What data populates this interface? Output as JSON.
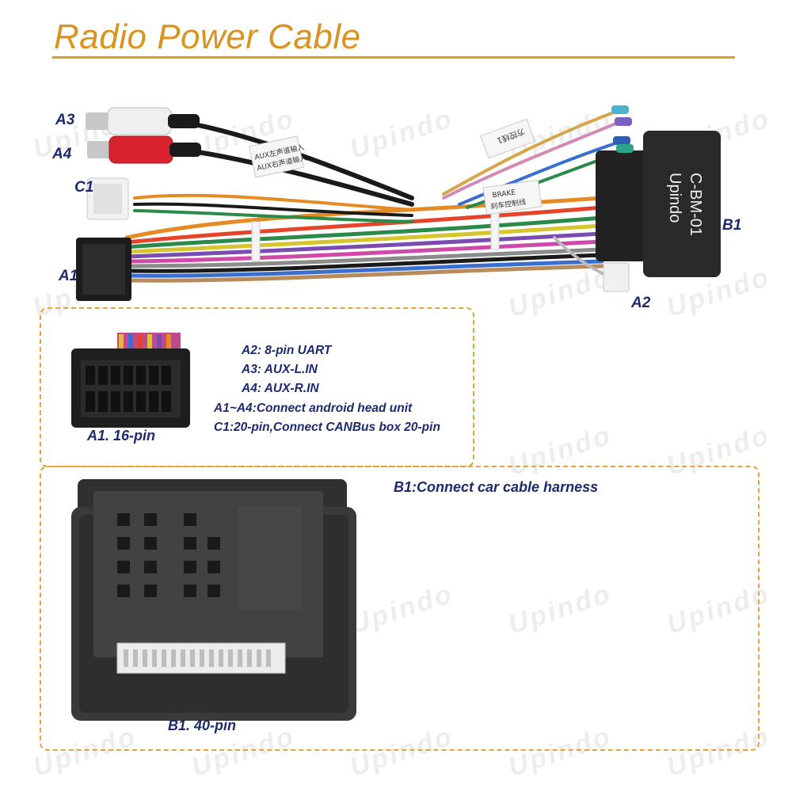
{
  "header": {
    "title": "Radio Power Cable"
  },
  "watermark": {
    "text": "Upindo"
  },
  "harness": {
    "labels": {
      "a3": "A3",
      "a4": "A4",
      "c1": "C1",
      "a1": "A1",
      "b1": "B1",
      "a2": "A2"
    },
    "b1_connector_brand": "Upindo",
    "b1_connector_model": "C-BM-01",
    "tag_aux_line1": "AUX左声道输入",
    "tag_aux_line2": "AUX右声道输入",
    "tag_key": "方控线1",
    "tag_brake_line1": "BRAKE",
    "tag_brake_line2": "刹车控制线"
  },
  "panel_a": {
    "caption": "A1. 16-pin",
    "lines": [
      "A2: 8-pin UART",
      "A3: AUX-L.IN",
      "A4: AUX-R.IN",
      "A1~A4:Connect android head unit",
      "C1:20-pin,Connect CANBus box 20-pin"
    ]
  },
  "panel_b": {
    "title": "B1:Connect car cable harness",
    "caption": "B1. 40-pin"
  },
  "colors": {
    "title": "#d9931f",
    "label": "#1d2a6e",
    "dashed_border": "#e3a53a"
  }
}
